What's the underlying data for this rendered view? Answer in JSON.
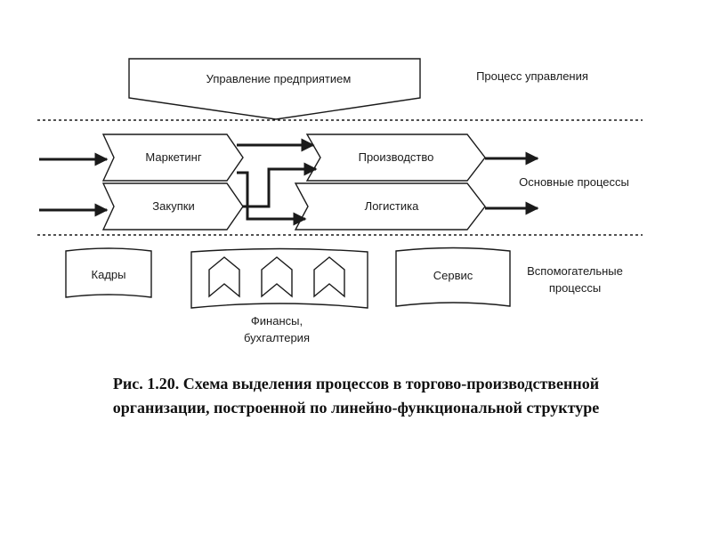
{
  "diagram": {
    "top_block": "Управление предприятием",
    "management_label": "Процесс управления",
    "marketing": "Маркетинг",
    "purchasing": "Закупки",
    "production": "Производство",
    "logistics": "Логистика",
    "main_label": "Основные процессы",
    "hr": "Кадры",
    "finance_label_1": "Финансы,",
    "finance_label_2": "бухгалтерия",
    "service": "Сервис",
    "support_label_1": "Вспомогательные",
    "support_label_2": "процессы"
  },
  "caption": {
    "line1": "Рис. 1.20. Схема выделения процессов в торгово-производственной",
    "line2": "организации, построенной по линейно-функциональной структуре"
  }
}
